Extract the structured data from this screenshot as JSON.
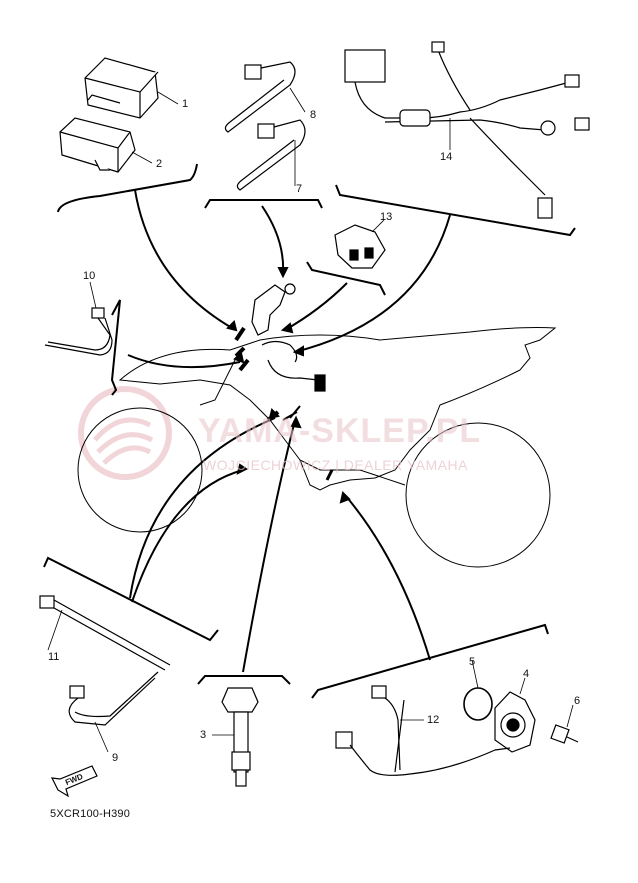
{
  "diagram": {
    "code": "5XCR100-H390",
    "fwd_label": "FWD",
    "watermark": {
      "title": "YAMA-SKLEP.PL",
      "subtitle": "WOJCIECHOWICZ | DEALER YAMAHA",
      "color": "#e8c4c8"
    },
    "callouts": [
      "1",
      "2",
      "3",
      "4",
      "5",
      "6",
      "7",
      "8",
      "9",
      "10",
      "11",
      "12",
      "13",
      "14"
    ],
    "line_color": "#000000"
  }
}
